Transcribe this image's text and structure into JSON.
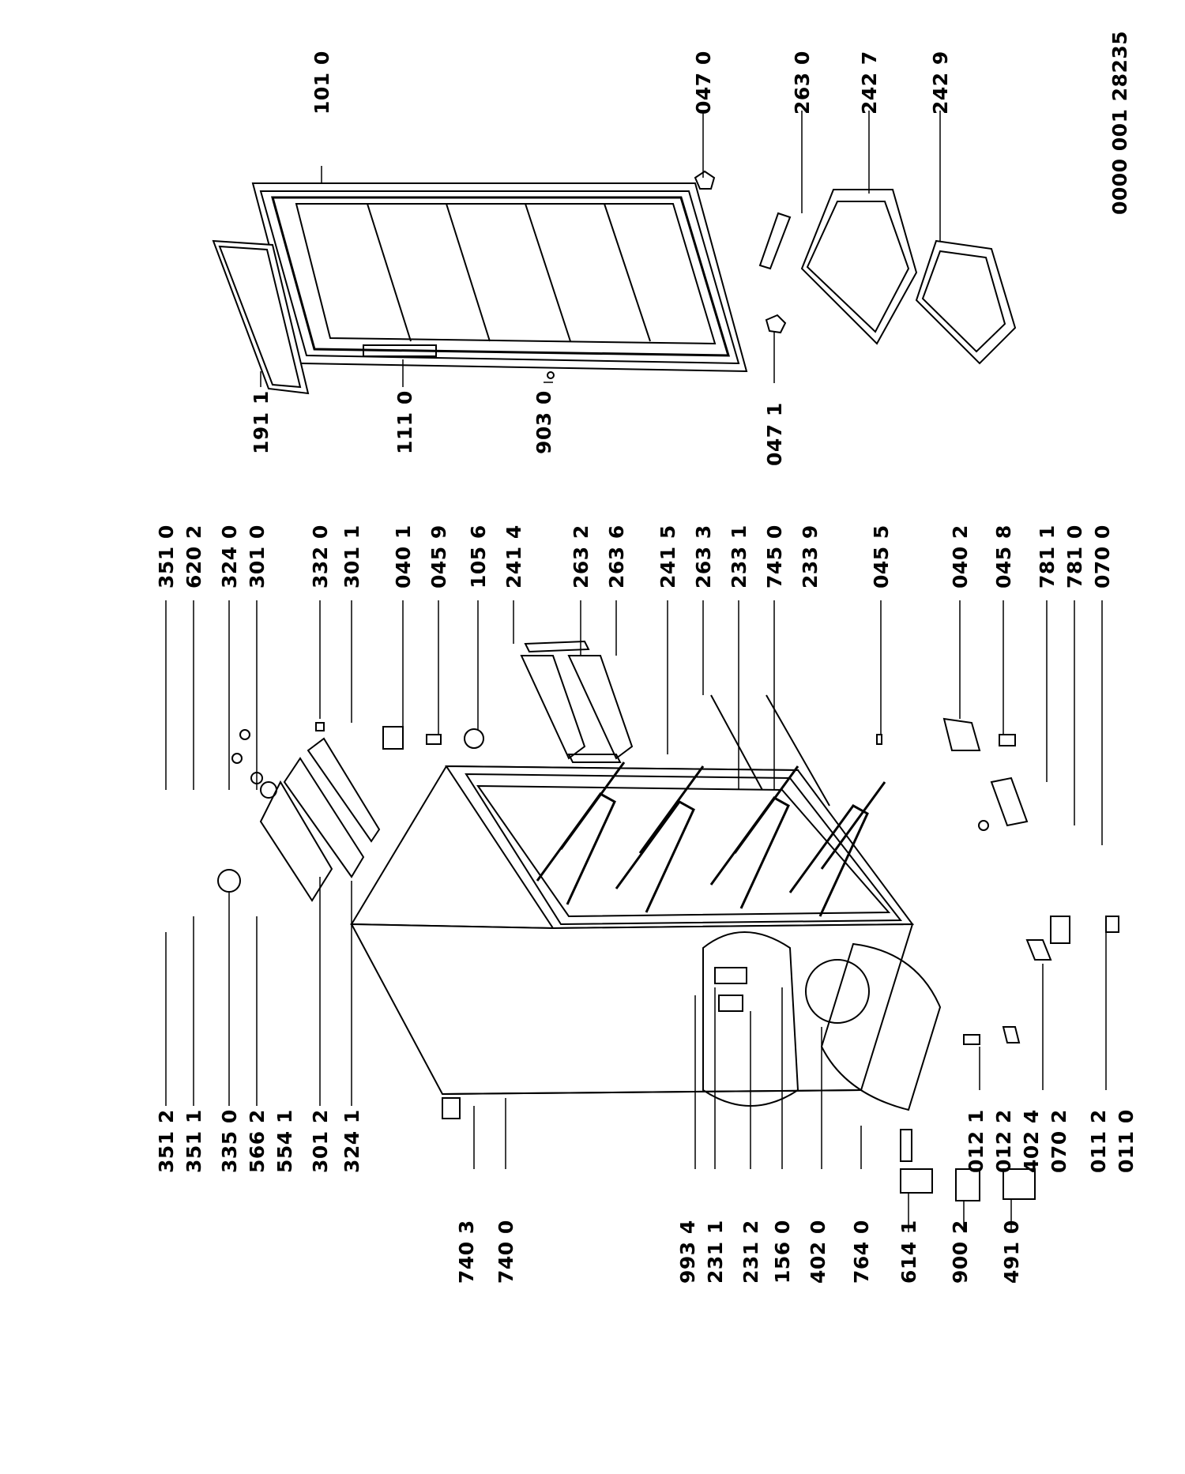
{
  "diagram": {
    "document_code": "0000 001 28235",
    "door_labels": [
      "101 0",
      "191 1",
      "111 0",
      "903 0",
      "047 0",
      "047 1",
      "263 0",
      "242 7",
      "242 9"
    ],
    "top_right_labels": [
      "351 0",
      "620 2",
      "324 0",
      "301 0",
      "332 0",
      "301 1"
    ],
    "top_left_labels": [
      "351 2",
      "351 1",
      "335 0",
      "566 2",
      "554 1",
      "301 2",
      "324 1"
    ],
    "mid_right_labels": [
      "040 1",
      "045 9",
      "105 6",
      "241 4",
      "263 2",
      "263 6",
      "241 5",
      "263 3",
      "233 1",
      "745 0",
      "233 9"
    ],
    "bottom_right_labels": [
      "045 5",
      "040 2",
      "045 8",
      "781 1",
      "781 0",
      "070 0"
    ],
    "bottom_left_labels": [
      "740 3",
      "740 0",
      "993 4",
      "231 1",
      "231 2",
      "156 0",
      "402 0",
      "764 0",
      "614 1",
      "900 2",
      "491 0"
    ],
    "compressor_labels": [
      "012 1",
      "012 2",
      "402 4",
      "070 2",
      "011 2",
      "011 0"
    ]
  }
}
